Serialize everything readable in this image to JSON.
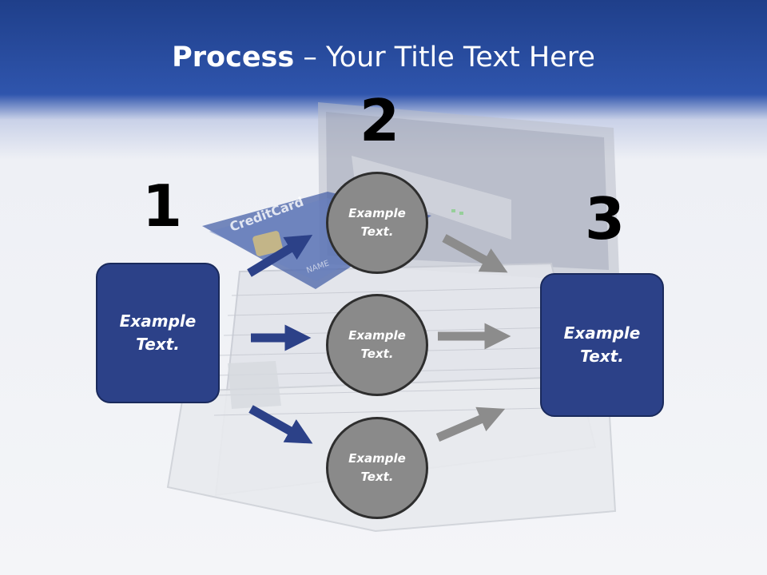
{
  "slide": {
    "title_bold": "Process",
    "title_rest": " – Your Title Text Here"
  },
  "numbers": {
    "n1": "1",
    "n2": "2",
    "n3": "3"
  },
  "left_box": {
    "text": "Example\nText."
  },
  "right_box": {
    "text": "Example\nText."
  },
  "circles": [
    {
      "text": "Example\nText."
    },
    {
      "text": "Example\nText."
    },
    {
      "text": "Example\nText."
    }
  ],
  "background_image_text": {
    "card_brand": "CreditCard",
    "card_name": "NAME"
  },
  "colors": {
    "header": "#2f55ad",
    "box": "#2c4188",
    "circle": "#8a8a8a",
    "blue_arrow": "#2c4188",
    "gray_arrow": "#8c8c8c"
  }
}
